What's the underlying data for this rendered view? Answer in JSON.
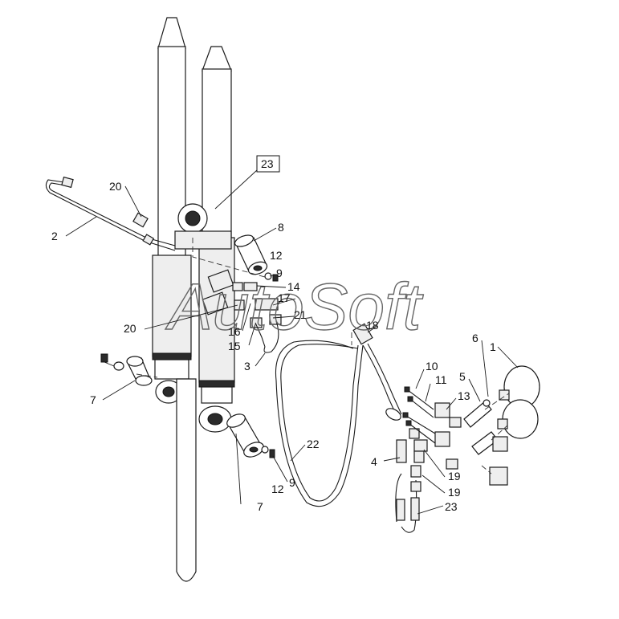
{
  "watermark": "AutoSoft",
  "callouts": {
    "c1": "1",
    "c2": "2",
    "c3": "3",
    "c4": "4",
    "c5": "5",
    "c6": "6",
    "c7a": "7",
    "c7b": "7",
    "c8": "8",
    "c9a": "9",
    "c9b": "9",
    "c10": "10",
    "c11": "11",
    "c12a": "12",
    "c12b": "12",
    "c13": "13",
    "c14": "14",
    "c15": "15",
    "c16": "16",
    "c17": "17",
    "c18": "18",
    "c19a": "19",
    "c19b": "19",
    "c20a": "20",
    "c20b": "20",
    "c21": "21",
    "c22": "22",
    "c23box": "23",
    "c23": "23"
  }
}
